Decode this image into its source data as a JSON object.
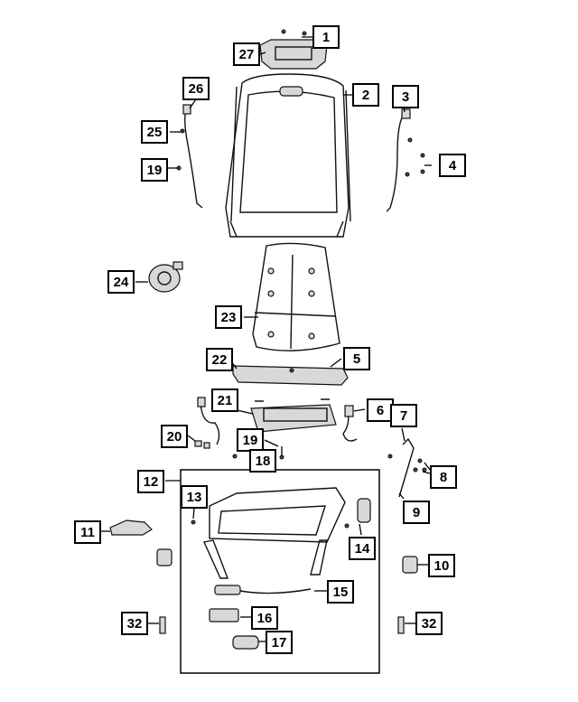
{
  "callouts": [
    {
      "label": "1"
    },
    {
      "label": "27"
    },
    {
      "label": "2"
    },
    {
      "label": "26"
    },
    {
      "label": "3"
    },
    {
      "label": "25"
    },
    {
      "label": "4"
    },
    {
      "label": "19"
    },
    {
      "label": "24"
    },
    {
      "label": "23"
    },
    {
      "label": "22"
    },
    {
      "label": "5"
    },
    {
      "label": "21"
    },
    {
      "label": "6"
    },
    {
      "label": "7"
    },
    {
      "label": "20"
    },
    {
      "label": "19"
    },
    {
      "label": "18"
    },
    {
      "label": "8"
    },
    {
      "label": "12"
    },
    {
      "label": "13"
    },
    {
      "label": "9"
    },
    {
      "label": "11"
    },
    {
      "label": "14"
    },
    {
      "label": "10"
    },
    {
      "label": "15"
    },
    {
      "label": "32"
    },
    {
      "label": "16"
    },
    {
      "label": "32"
    },
    {
      "label": "17"
    }
  ]
}
